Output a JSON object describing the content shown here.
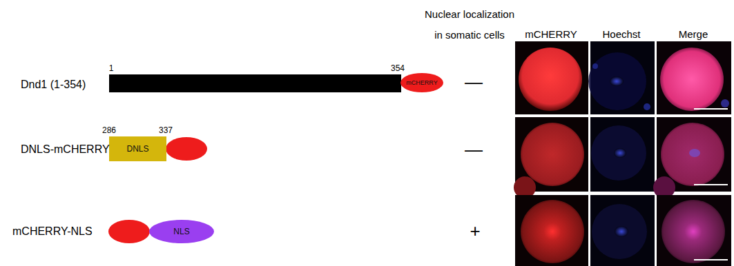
{
  "diagram": {
    "nodes": [
      {
        "text": [
          "mCHERRY"
        ]
      },
      {
        "text": [
          "DNLS"
        ]
      },
      {
        "text": [
          "NLS"
        ]
      }
    ],
    "labels": [
      "Nuclear localization in somatic cells",
      "mCHERRY",
      "Hoechst",
      "Merge",
      "Dnd1 (1-354)",
      "1",
      "354",
      "—",
      "DNLS-mCHERRY",
      "286",
      "337",
      "—",
      "mCHERRY-NLS",
      "+"
    ]
  }
}
